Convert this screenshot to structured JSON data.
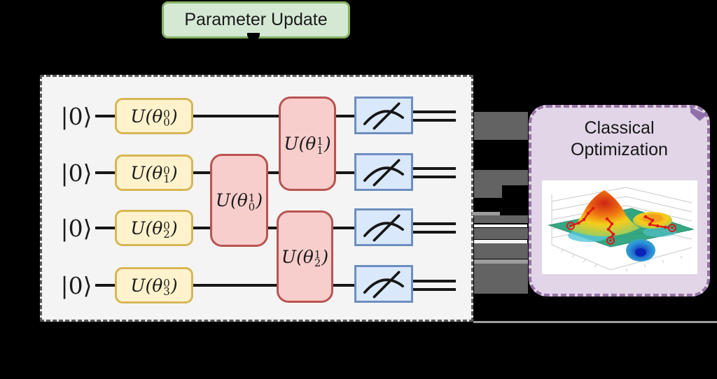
{
  "parameter_update": {
    "label": "Parameter Update"
  },
  "classical_optimization": {
    "title_line1": "Classical",
    "title_line2": "Optimization"
  },
  "circuit": {
    "kets": [
      "|0⟩",
      "|0⟩",
      "|0⟩",
      "|0⟩"
    ],
    "layer0_gates": [
      {
        "prefix": "U(θ",
        "sup": "0",
        "sub": "0",
        "suffix": ")"
      },
      {
        "prefix": "U(θ",
        "sup": "0",
        "sub": "1",
        "suffix": ")"
      },
      {
        "prefix": "U(θ",
        "sup": "0",
        "sub": "2",
        "suffix": ")"
      },
      {
        "prefix": "U(θ",
        "sup": "0",
        "sub": "3",
        "suffix": ")"
      }
    ],
    "layer1_gates": [
      {
        "prefix": "U(θ",
        "sup": "1",
        "sub": "0",
        "suffix": ")"
      },
      {
        "prefix": "U(θ",
        "sup": "1",
        "sub": "1",
        "suffix": ")"
      },
      {
        "prefix": "U(θ",
        "sup": "1",
        "sub": "2",
        "suffix": ")"
      }
    ]
  },
  "palette": {
    "background": "#000000",
    "green_fill": "#d5e8d4",
    "green_stroke": "#82b366",
    "yellow_fill": "#fff2cc",
    "yellow_stroke": "#d6b656",
    "red_fill": "#f8cecc",
    "red_stroke": "#b85450",
    "blue_fill": "#dae8fc",
    "blue_stroke": "#6c8ebf",
    "purple_fill": "#e1d5e7",
    "purple_stroke": "#9673a6",
    "panel_fill": "#f4f4f4",
    "panel_stroke": "#5a5a5a",
    "wire_color": "#161616",
    "arrow_gray": "#636363",
    "trajectory_red": "#e01818",
    "surface_teal": "#35a883"
  }
}
